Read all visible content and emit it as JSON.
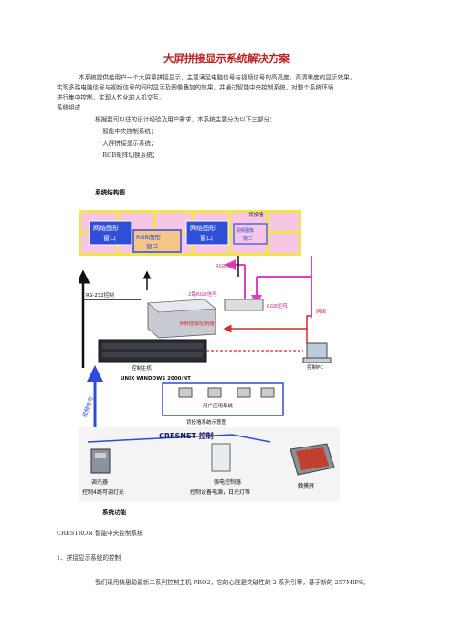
{
  "title": "大屏拼接显示系统解决方案",
  "intro": [
    "本系统提供给用户一个大屏幕拼接显示，主要满足电脑信号与视频信号的高亮度，高清晰度的显示效果，",
    "实现多路电脑信号与视频信号的同时显示及图像叠加的效果，并通过智能中央控制系统，对整个系统环境",
    "进行集中控制，实现人性化的人机交互。"
  ],
  "composition_heading": "系统组成",
  "composition_lead": "根据我司以往的设计经验及用户需求，本系统主要分为以下三部分：",
  "components": [
    "· 智能中央控制系统；",
    "· 大屏拼接显示系统；",
    "· RGB矩阵切换系统；"
  ],
  "structure_heading": "系统结构图",
  "diagram": {
    "screen_label": "背投墙",
    "win_net1": "网络图形\n窗口",
    "win_rgb": "RGB图形\n窗口",
    "win_net2": "网络图形\n窗口",
    "win_video": "视频图像\n窗口",
    "rgb_signal": "RGB信号",
    "rs232": "RS-232控制",
    "rgb2": "2路RGB信号",
    "rgb_matrix": "RGB矩阵",
    "network": "网络",
    "multiscreen": "多屏图像控制器",
    "control_host": "控制主机",
    "control_pc": "控制PC",
    "os_label": "UNIX  WINDOWS 2000/NT",
    "video_signal": "视频信号",
    "user_app": "用户应用系统",
    "schematic": "背投墙系统示意图",
    "cresnet": "CRESNET 控制",
    "dimmer": "调光器",
    "dimmer_sub": "控制4路可调灯光",
    "power": "强电控制器",
    "power_sub": "控制设备电源，日光灯等",
    "touch": "触摸屏"
  },
  "function_heading": "系统功能",
  "crestron_line": "CRESTRON 智能中央控制系统",
  "section1": "1、拼接显示系统的控制",
  "section1_text": "我们采用快思聪最新二系列控制主机 PRO2，它的心脏是突破性的 2-系列引擎，基于新的 257MIPS，",
  "colors": {
    "title": "#bb2222",
    "grid_pink": "#f7c6e6",
    "grid_yellow": "#f2e54a",
    "window_blue": "#2e4fd6",
    "win_orange": "#f7c58a"
  }
}
